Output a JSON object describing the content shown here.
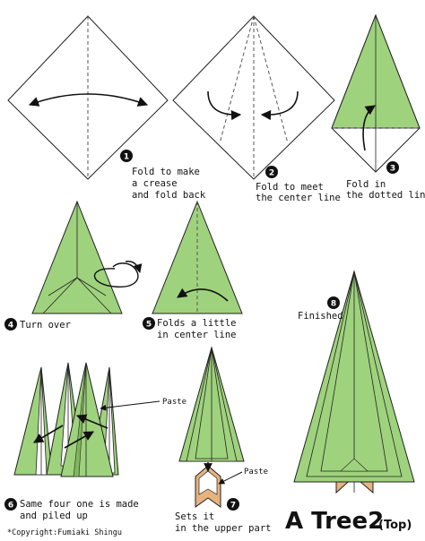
{
  "colors": {
    "paper_green": "#9fd27d",
    "paper_dark_green": "#7fb85c",
    "paper_white": "#ffffff",
    "trunk": "#e7b37f",
    "outline": "#222222"
  },
  "steps": [
    {
      "number": "1",
      "lines": [
        "Fold to make",
        "a crease",
        "and fold back"
      ]
    },
    {
      "number": "2",
      "lines": [
        "Fold to meet",
        "the center line"
      ]
    },
    {
      "number": "3",
      "lines": [
        "Fold in",
        "the dotted line"
      ]
    },
    {
      "number": "4",
      "lines": [
        "Turn over"
      ]
    },
    {
      "number": "5",
      "lines": [
        "Folds a little",
        "in center line"
      ]
    },
    {
      "number": "6",
      "lines": [
        "Same four one is made",
        "and piled up"
      ]
    },
    {
      "number": "7",
      "lines": [
        "Sets it",
        "in the upper part"
      ]
    },
    {
      "number": "8",
      "lines": [
        "Finished"
      ]
    }
  ],
  "paste_label_1": "Paste",
  "paste_label_2": "Paste",
  "copyright": "*Copyright:Fumiaki Shingu",
  "title": {
    "main": "A Tree2",
    "sub": "(Top)"
  }
}
